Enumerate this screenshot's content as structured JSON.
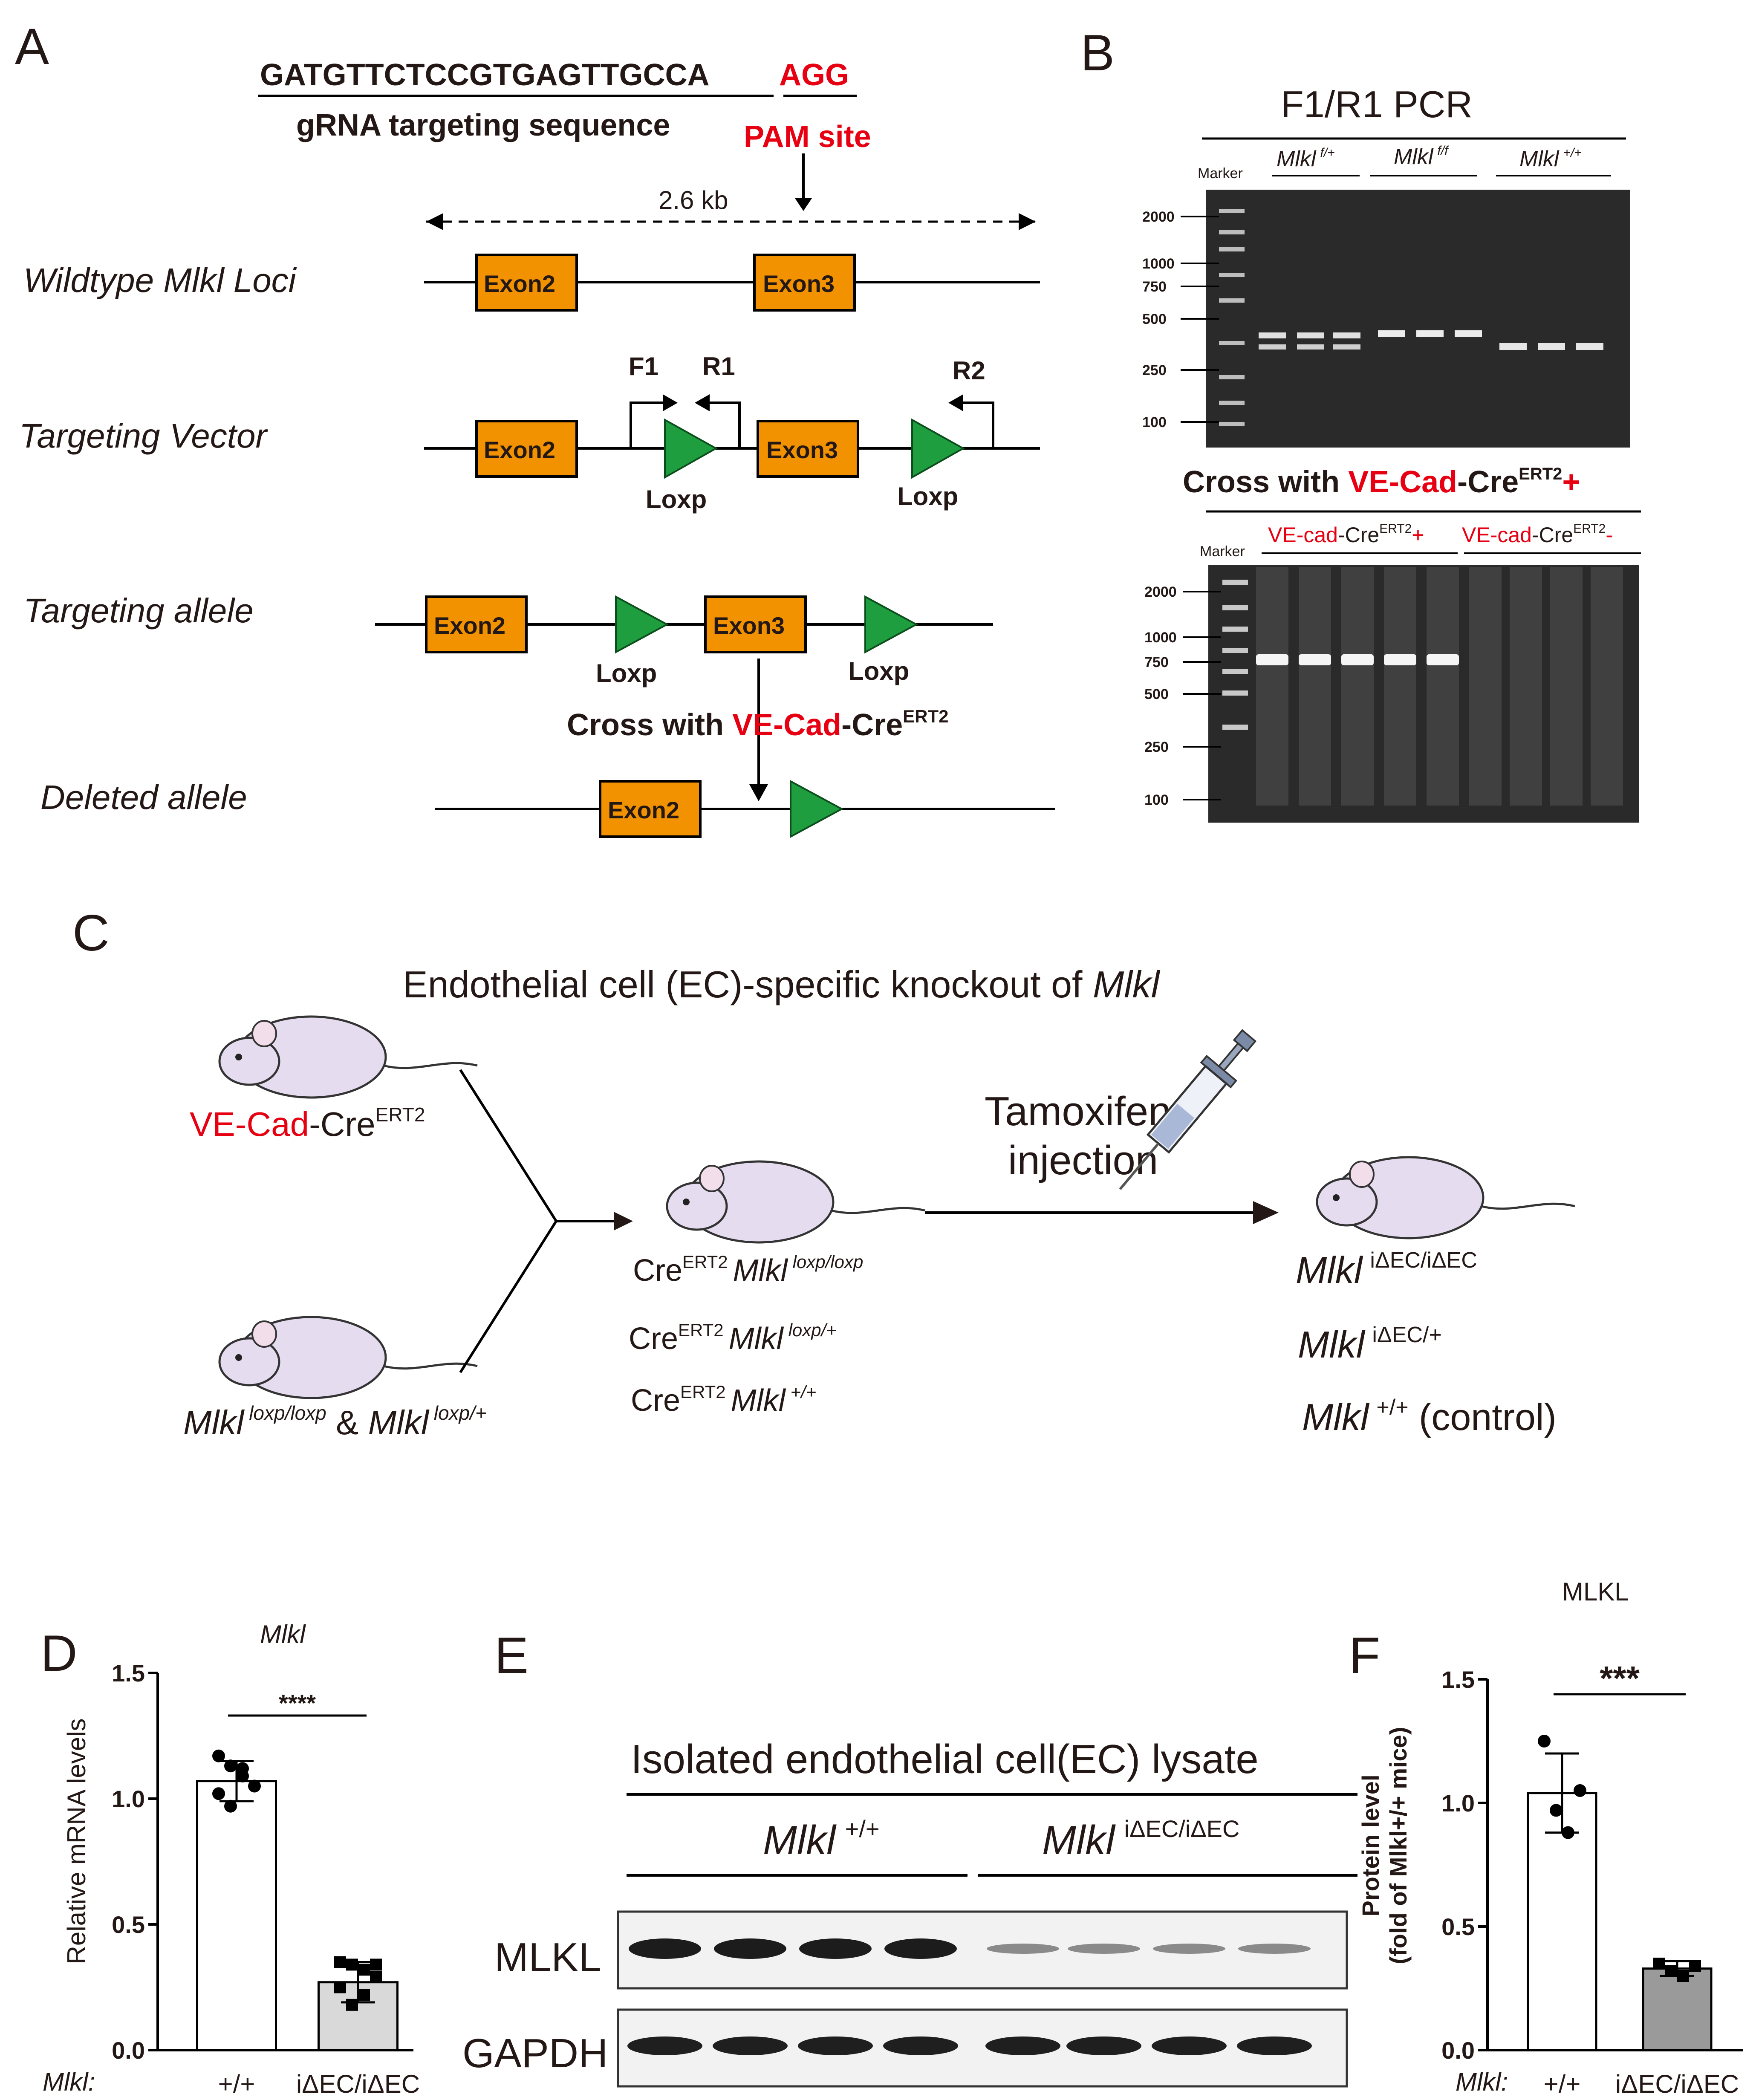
{
  "panels": {
    "a": "A",
    "b": "B",
    "c": "C",
    "d": "D",
    "e": "E",
    "f": "F"
  },
  "panel_a": {
    "grna_seq": "GATGTTCTCCGTGAGTTGCCA",
    "pam_seq": "AGG",
    "grna_label": "gRNA targeting sequence",
    "pam_label": "PAM site",
    "span_label": "2.6 kb",
    "rows": {
      "wildtype": "Wildtype Mlkl Loci",
      "vector": "Targeting Vector",
      "allele": "Targeting allele",
      "deleted": "Deleted allele"
    },
    "exon2": "Exon2",
    "exon3": "Exon3",
    "loxp": "Loxp",
    "primers": {
      "f1": "F1",
      "r1": "R1",
      "r2": "R2"
    },
    "cross_prefix": "Cross with ",
    "cross_red": "VE-Cad",
    "cross_suffix": "-Cre",
    "cross_sup": "ERT2"
  },
  "panel_b": {
    "title": "F1/R1 PCR",
    "marker": "Marker",
    "top_groups": [
      {
        "gene": "Mlkl",
        "sup": "f/+"
      },
      {
        "gene": "Mlkl",
        "sup": "f/f"
      },
      {
        "gene": "Mlkl",
        "sup": "+/+"
      }
    ],
    "top_ladder": [
      "2000",
      "1000",
      "750",
      "500",
      "250",
      "100"
    ],
    "cross_prefix": "Cross with ",
    "cross_red": "VE-Cad",
    "cross_suffix": "-Cre",
    "cross_sup": "ERT2",
    "cross_plus": "+",
    "bottom_groups": [
      {
        "red": "VE-cad",
        "rest": "-Cre",
        "sup": "ERT2",
        "sign": "+"
      },
      {
        "red": "VE-cad",
        "rest": "-Cre",
        "sup": "ERT2",
        "sign": "-"
      }
    ],
    "bottom_ladder": [
      "2000",
      "1000",
      "750",
      "500",
      "250",
      "100"
    ]
  },
  "panel_c": {
    "title_prefix": "Endothelial cell (EC)-specific knockout of ",
    "title_gene": "Mlkl",
    "mouse1_red": "VE-Cad",
    "mouse1_rest": "-Cre",
    "mouse1_sup": "ERT2",
    "mouse2": {
      "g1": "Mlkl",
      "s1": "loxp/loxp",
      "amp": " & ",
      "g2": "Mlkl",
      "s2": "loxp/+"
    },
    "middle": [
      {
        "cre": "Cre",
        "sup": "ERT2",
        "gene": "Mlkl",
        "geno": "loxp/loxp"
      },
      {
        "cre": "Cre",
        "sup": "ERT2",
        "gene": "Mlkl",
        "geno": "loxp/+"
      },
      {
        "cre": "Cre",
        "sup": "ERT2",
        "gene": "Mlkl",
        "geno": "+/+"
      }
    ],
    "treatment_line1": "Tamoxifen",
    "treatment_line2": "injection",
    "results": [
      {
        "gene": "Mlkl",
        "geno": "iΔEC/iΔEC",
        "note": ""
      },
      {
        "gene": "Mlkl",
        "geno": "iΔEC/+",
        "note": ""
      },
      {
        "gene": "Mlkl",
        "geno": "+/+",
        "note": " (control)"
      }
    ]
  },
  "chart_data": [
    {
      "type": "bar",
      "title": "Mlkl",
      "ylabel": "Relative mRNA levels",
      "xlabel_prefix": "Mlkl:",
      "categories": [
        "+/+",
        "iΔEC/iΔEC"
      ],
      "values": [
        1.07,
        0.27
      ],
      "errors": [
        0.08,
        0.08
      ],
      "ylim": [
        0,
        1.5
      ],
      "yticks": [
        "0.0",
        "0.5",
        "1.0",
        "1.5"
      ],
      "points": [
        [
          1.17,
          1.13,
          1.09,
          1.05,
          1.02,
          0.97,
          1.12
        ],
        [
          0.35,
          0.34,
          0.32,
          0.29,
          0.25,
          0.18,
          0.22,
          0.34
        ]
      ],
      "significance": "****",
      "bar_colors": [
        "#ffffff",
        "#d9d9d9"
      ]
    },
    {
      "type": "bar",
      "title": "MLKL",
      "ylabel_line1": "Protein level",
      "ylabel_line2": "(fold of Mlkl+/+ mice)",
      "xlabel_prefix": "Mlkl:",
      "categories": [
        "+/+",
        "iΔEC/iΔEC"
      ],
      "values": [
        1.04,
        0.33
      ],
      "errors": [
        0.16,
        0.03
      ],
      "ylim": [
        0,
        1.5
      ],
      "yticks": [
        "0.0",
        "0.5",
        "1.0",
        "1.5"
      ],
      "points": [
        [
          1.25,
          0.97,
          0.88,
          1.05
        ],
        [
          0.35,
          0.32,
          0.3,
          0.34
        ]
      ],
      "significance": "***",
      "bar_colors": [
        "#ffffff",
        "#9a9a9a"
      ]
    }
  ],
  "panel_e": {
    "title": "Isolated endothelial cell(EC) lysate",
    "group1_gene": "Mlkl",
    "group1_geno": "+/+",
    "group2_gene": "Mlkl",
    "group2_geno": "iΔEC/iΔEC",
    "blots": [
      "MLKL",
      "GAPDH"
    ]
  }
}
